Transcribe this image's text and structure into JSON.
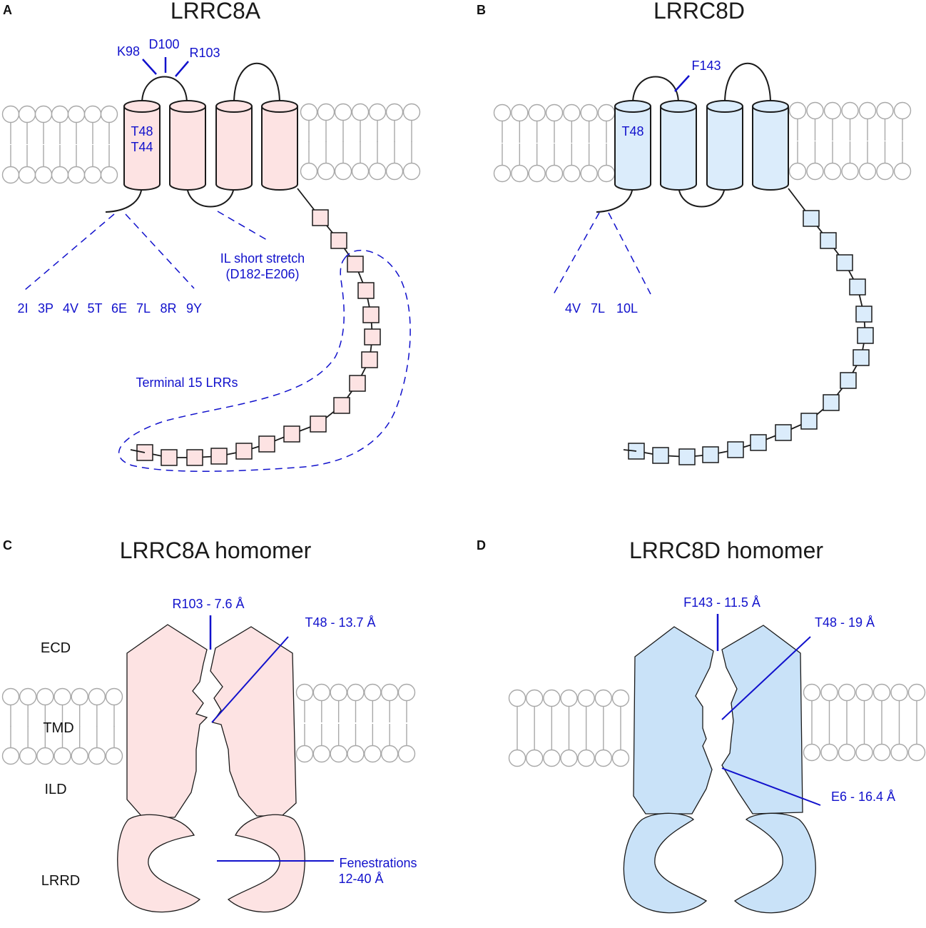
{
  "colors": {
    "lrrc8a_fill": "#fde3e3",
    "lrrc8d_fill": "#dbecfb",
    "lrrc8d_homomer_fill": "#c9e2f8",
    "annotation": "#1111cc",
    "membrane": "#a8a8a8",
    "outline": "#1a1a1a"
  },
  "panels": {
    "A": {
      "letter": "A",
      "title": "LRRC8A",
      "residues_top": [
        "K98",
        "D100",
        "R103"
      ],
      "pore_residues": [
        "T48",
        "T44"
      ],
      "n_term_residues": [
        "2I",
        "3P",
        "4V",
        "5T",
        "6E",
        "7L",
        "8R",
        "9Y"
      ],
      "il_label_line1": "IL short stretch",
      "il_label_line2": "(D182-E206)",
      "lrr_label": "Terminal 15 LRRs"
    },
    "B": {
      "letter": "B",
      "title": "LRRC8D",
      "residue_top": "F143",
      "pore_residue": "T48",
      "n_term_residues": [
        "4V",
        "7L",
        "10L"
      ]
    },
    "C": {
      "letter": "C",
      "title": "LRRC8A homomer",
      "domains": [
        "ECD",
        "TMD",
        "ILD",
        "LRRD"
      ],
      "constriction_1": "R103 - 7.6 Å",
      "constriction_2": "T48 - 13.7 Å",
      "fenestration_line1": "Fenestrations",
      "fenestration_line2": "12-40 Å"
    },
    "D": {
      "letter": "D",
      "title": "LRRC8D homomer",
      "constriction_1": "F143 - 11.5 Å",
      "constriction_2": "T48 - 19 Å",
      "constriction_3": "E6 - 16.4 Å"
    }
  }
}
